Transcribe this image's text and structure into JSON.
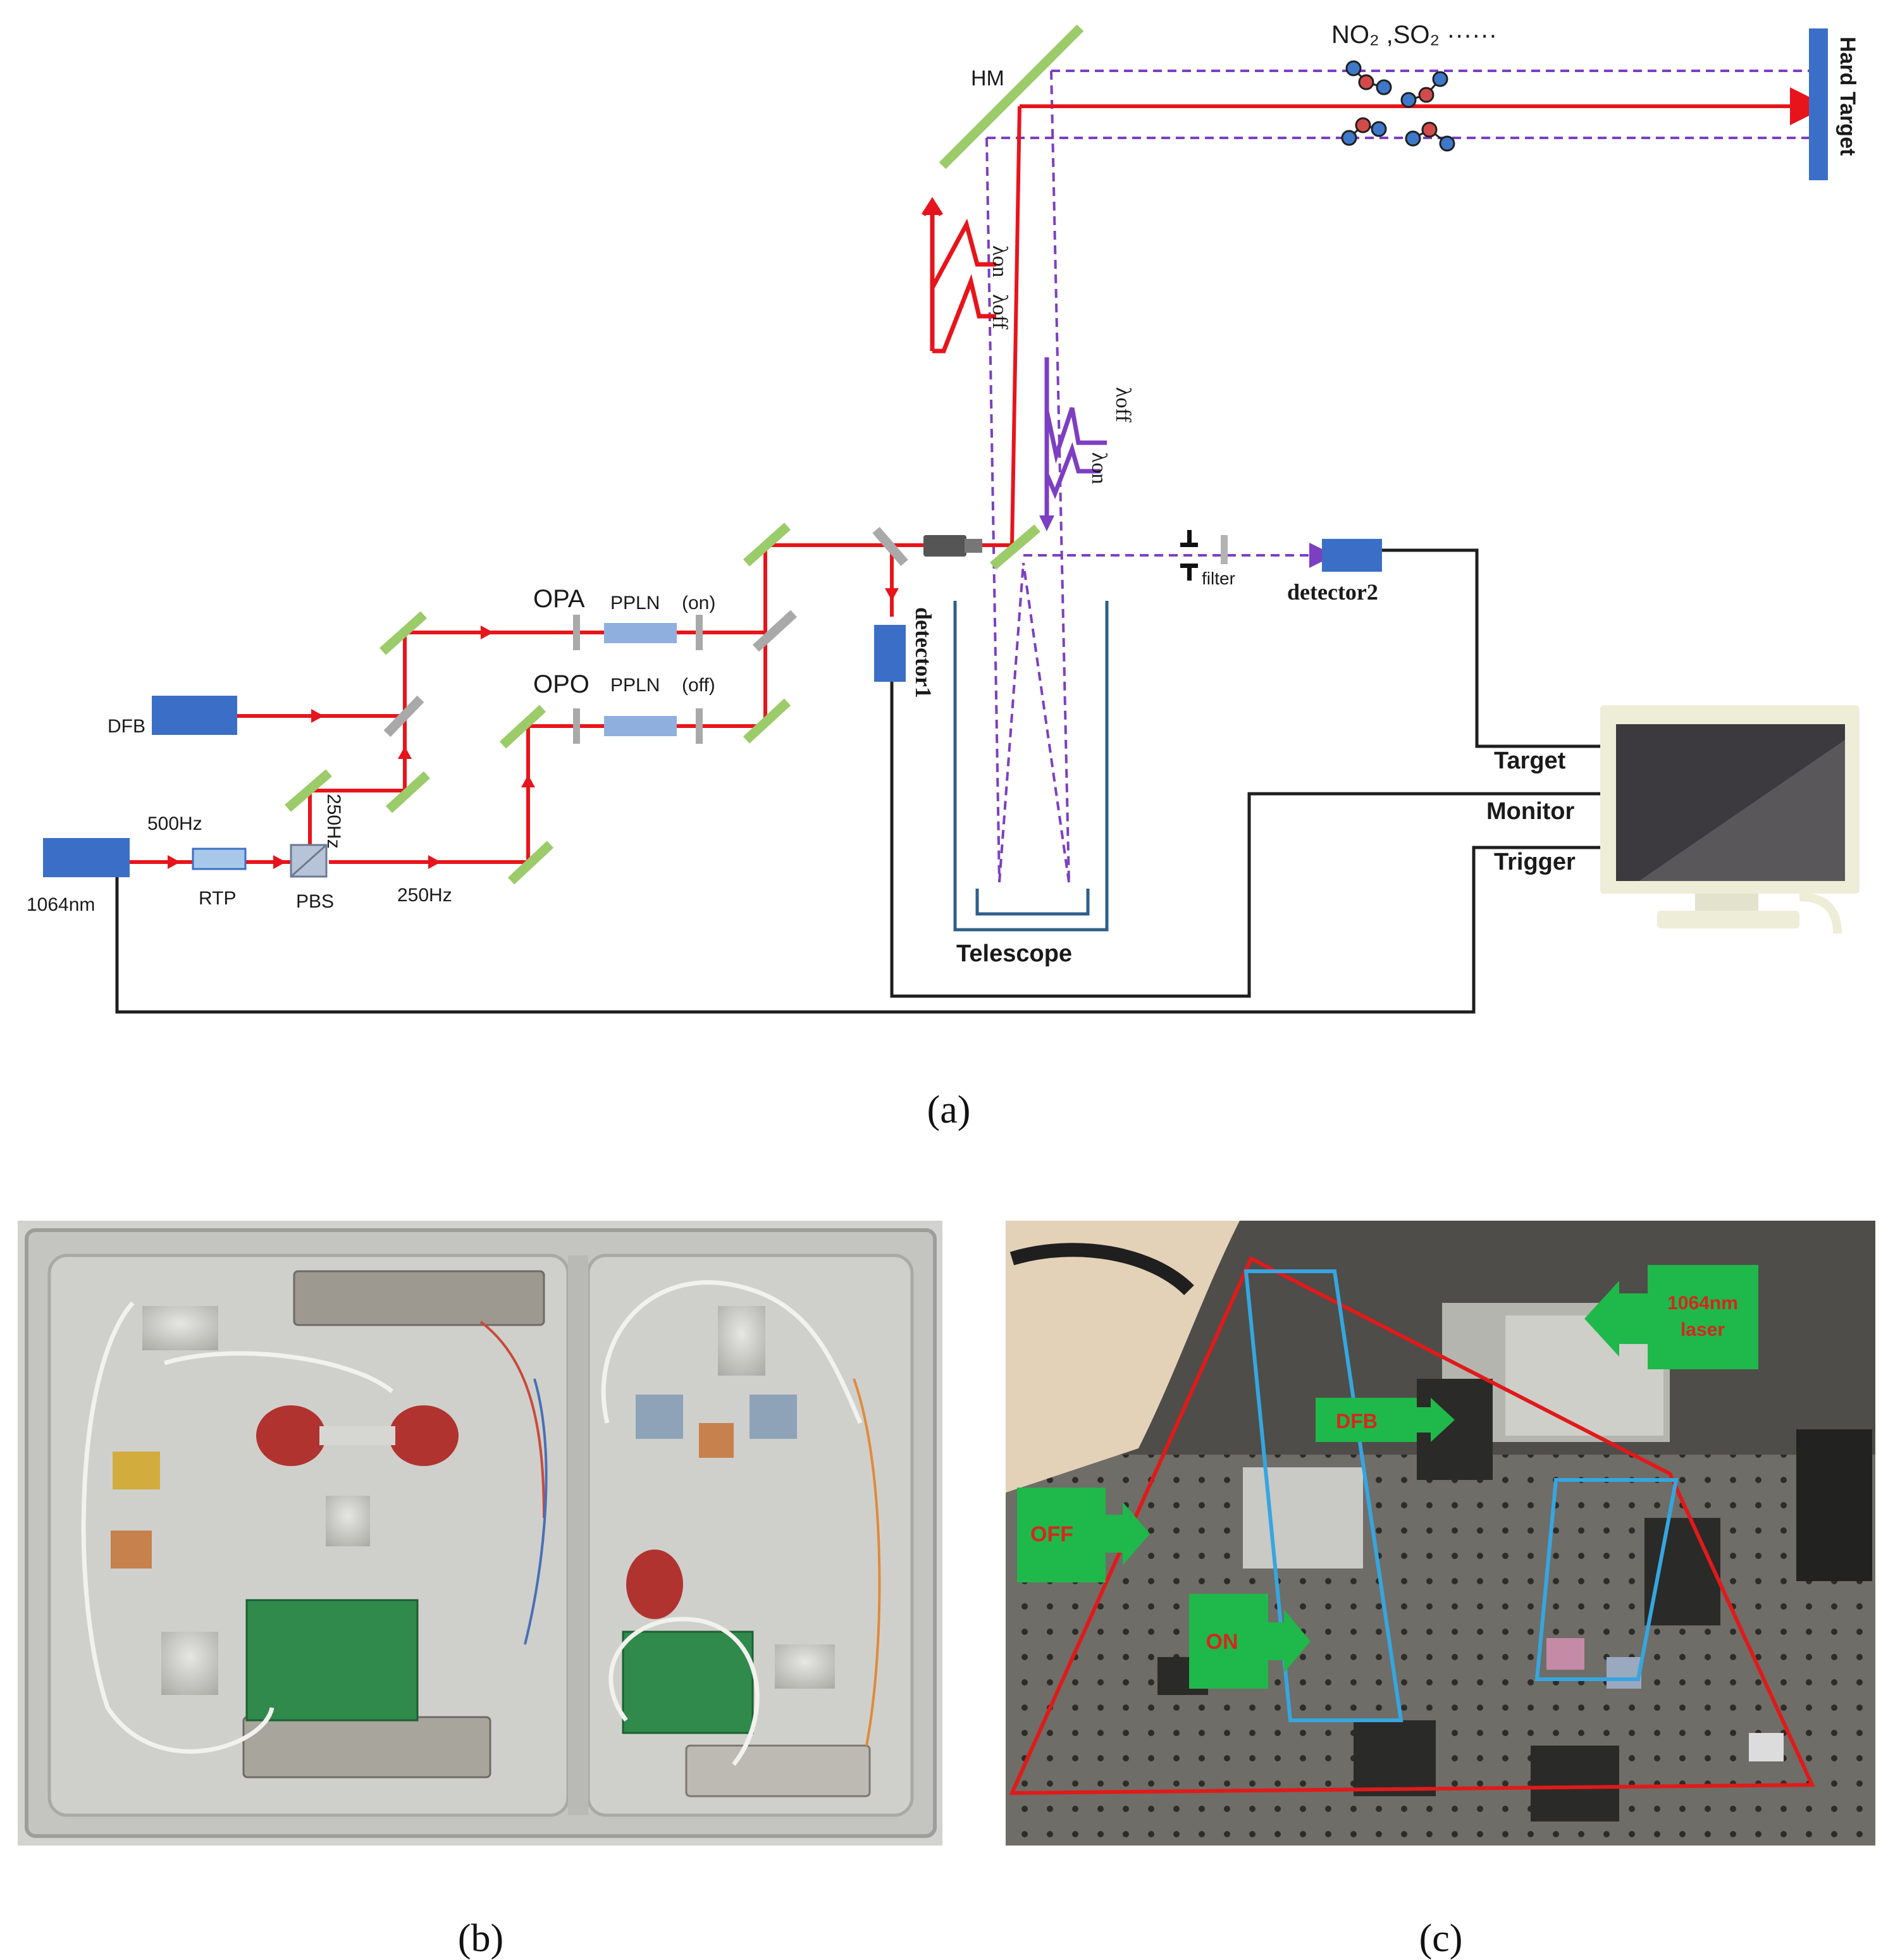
{
  "panel_a": {
    "caption": "(a)",
    "labels": {
      "hm": "HM",
      "gases": "NO₂ ,SO₂ ······",
      "hard_target": "Hard Target",
      "lambda_on_red": "λon",
      "lambda_off_red": "λoff",
      "lambda_off_violet": "λoff",
      "lambda_on_violet": "λon",
      "dfb": "DFB",
      "nd_yag": "1064nm",
      "rtp": "RTP",
      "pbs": "PBS",
      "freq_500": "500Hz",
      "freq_250_vertical": "250Hz",
      "freq_250": "250Hz",
      "opa": "OPA",
      "opo": "OPO",
      "ppln_on": "PPLN",
      "on_tag": "(on)",
      "ppln_off": "PPLN",
      "off_tag": "(off)",
      "detector1": "detector1",
      "detector2": "detector2",
      "filter": "filter",
      "telescope": "Telescope",
      "target": "Target",
      "monitor": "Monitor",
      "trigger": "Trigger"
    },
    "colors": {
      "laser_beam": "#e8141b",
      "return_beam": "#7c3fc2",
      "mirror": "#9ccb6a",
      "component": "#3b6fc7",
      "crystal": "#8fb0de",
      "wire": "#1e1e1e",
      "monitor_body": "#eeedd8",
      "screen": "#4a474c",
      "telescope": "#2f5f8a"
    }
  },
  "panel_b": {
    "caption": "(b)"
  },
  "panel_c": {
    "caption": "(c)",
    "callouts": {
      "laser_1064": [
        "1064nm",
        "laser"
      ],
      "dfb": "DFB",
      "off": "OFF",
      "on": "ON"
    },
    "colors": {
      "callout_fill": "#1fb84a",
      "callout_text": "#d7261e",
      "outline_red": "#e01a1a",
      "outline_blue": "#35a6e0"
    }
  }
}
